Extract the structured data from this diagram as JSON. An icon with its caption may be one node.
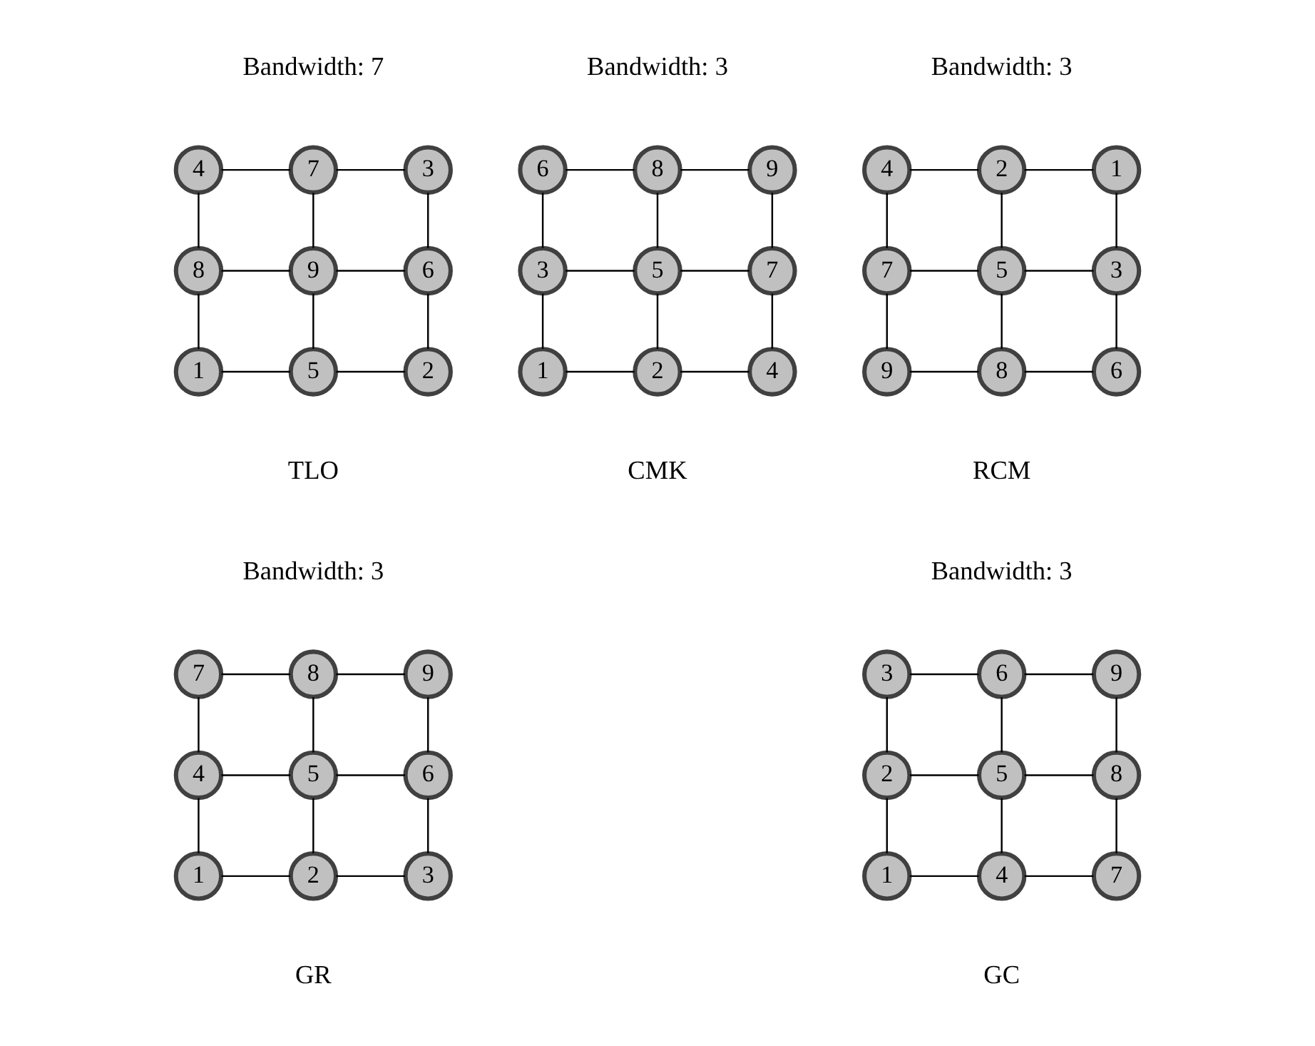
{
  "diagram": {
    "nodes": [
      {
        "text": [
          "4"
        ]
      },
      {
        "text": [
          "7"
        ]
      },
      {
        "text": [
          "3"
        ]
      },
      {
        "text": [
          "8"
        ]
      },
      {
        "text": [
          "9"
        ]
      },
      {
        "text": [
          "6"
        ]
      },
      {
        "text": [
          "1"
        ]
      },
      {
        "text": [
          "5"
        ]
      },
      {
        "text": [
          "2"
        ]
      },
      {
        "text": [
          "6"
        ]
      },
      {
        "text": [
          "8"
        ]
      },
      {
        "text": [
          "9"
        ]
      },
      {
        "text": [
          "3"
        ]
      },
      {
        "text": [
          "5"
        ]
      },
      {
        "text": [
          "7"
        ]
      },
      {
        "text": [
          "1"
        ]
      },
      {
        "text": [
          "2"
        ]
      },
      {
        "text": [
          "4"
        ]
      },
      {
        "text": [
          "4"
        ]
      },
      {
        "text": [
          "2"
        ]
      },
      {
        "text": [
          "1"
        ]
      },
      {
        "text": [
          "7"
        ]
      },
      {
        "text": [
          "5"
        ]
      },
      {
        "text": [
          "3"
        ]
      },
      {
        "text": [
          "9"
        ]
      },
      {
        "text": [
          "8"
        ]
      },
      {
        "text": [
          "6"
        ]
      },
      {
        "text": [
          "7"
        ]
      },
      {
        "text": [
          "8"
        ]
      },
      {
        "text": [
          "9"
        ]
      },
      {
        "text": [
          "4"
        ]
      },
      {
        "text": [
          "5"
        ]
      },
      {
        "text": [
          "6"
        ]
      },
      {
        "text": [
          "1"
        ]
      },
      {
        "text": [
          "2"
        ]
      },
      {
        "text": [
          "3"
        ]
      },
      {
        "text": [
          "3"
        ]
      },
      {
        "text": [
          "6"
        ]
      },
      {
        "text": [
          "9"
        ]
      },
      {
        "text": [
          "2"
        ]
      },
      {
        "text": [
          "5"
        ]
      },
      {
        "text": [
          "8"
        ]
      },
      {
        "text": [
          "1"
        ]
      },
      {
        "text": [
          "4"
        ]
      },
      {
        "text": [
          "7"
        ]
      }
    ],
    "edges": [
      {
        "from": 0,
        "to": 1,
        "arrow": "none"
      },
      {
        "from": 1,
        "to": 2,
        "arrow": "none"
      },
      {
        "from": 3,
        "to": 4,
        "arrow": "none"
      },
      {
        "from": 4,
        "to": 5,
        "arrow": "none"
      },
      {
        "from": 6,
        "to": 7,
        "arrow": "none"
      },
      {
        "from": 7,
        "to": 8,
        "arrow": "none"
      },
      {
        "from": 0,
        "to": 3,
        "arrow": "none"
      },
      {
        "from": 1,
        "to": 4,
        "arrow": "none"
      },
      {
        "from": 2,
        "to": 5,
        "arrow": "none"
      },
      {
        "from": 3,
        "to": 6,
        "arrow": "none"
      },
      {
        "from": 4,
        "to": 7,
        "arrow": "none"
      },
      {
        "from": 5,
        "to": 8,
        "arrow": "none"
      },
      {
        "from": 9,
        "to": 10,
        "arrow": "none"
      },
      {
        "from": 10,
        "to": 11,
        "arrow": "none"
      },
      {
        "from": 12,
        "to": 13,
        "arrow": "none"
      },
      {
        "from": 13,
        "to": 14,
        "arrow": "none"
      },
      {
        "from": 15,
        "to": 16,
        "arrow": "none"
      },
      {
        "from": 16,
        "to": 17,
        "arrow": "none"
      },
      {
        "from": 9,
        "to": 12,
        "arrow": "none"
      },
      {
        "from": 10,
        "to": 13,
        "arrow": "none"
      },
      {
        "from": 11,
        "to": 14,
        "arrow": "none"
      },
      {
        "from": 12,
        "to": 15,
        "arrow": "none"
      },
      {
        "from": 13,
        "to": 16,
        "arrow": "none"
      },
      {
        "from": 14,
        "to": 17,
        "arrow": "none"
      },
      {
        "from": 18,
        "to": 19,
        "arrow": "none"
      },
      {
        "from": 19,
        "to": 20,
        "arrow": "none"
      },
      {
        "from": 21,
        "to": 22,
        "arrow": "none"
      },
      {
        "from": 22,
        "to": 23,
        "arrow": "none"
      },
      {
        "from": 24,
        "to": 25,
        "arrow": "none"
      },
      {
        "from": 25,
        "to": 26,
        "arrow": "none"
      },
      {
        "from": 18,
        "to": 21,
        "arrow": "none"
      },
      {
        "from": 19,
        "to": 22,
        "arrow": "none"
      },
      {
        "from": 20,
        "to": 23,
        "arrow": "none"
      },
      {
        "from": 21,
        "to": 24,
        "arrow": "none"
      },
      {
        "from": 22,
        "to": 25,
        "arrow": "none"
      },
      {
        "from": 23,
        "to": 26,
        "arrow": "none"
      },
      {
        "from": 27,
        "to": 28,
        "arrow": "none"
      },
      {
        "from": 28,
        "to": 29,
        "arrow": "none"
      },
      {
        "from": 30,
        "to": 31,
        "arrow": "none"
      },
      {
        "from": 31,
        "to": 32,
        "arrow": "none"
      },
      {
        "from": 33,
        "to": 34,
        "arrow": "none"
      },
      {
        "from": 34,
        "to": 35,
        "arrow": "none"
      },
      {
        "from": 27,
        "to": 30,
        "arrow": "none"
      },
      {
        "from": 28,
        "to": 31,
        "arrow": "none"
      },
      {
        "from": 29,
        "to": 32,
        "arrow": "none"
      },
      {
        "from": 30,
        "to": 33,
        "arrow": "none"
      },
      {
        "from": 31,
        "to": 34,
        "arrow": "none"
      },
      {
        "from": 32,
        "to": 35,
        "arrow": "none"
      },
      {
        "from": 36,
        "to": 37,
        "arrow": "none"
      },
      {
        "from": 37,
        "to": 38,
        "arrow": "none"
      },
      {
        "from": 39,
        "to": 40,
        "arrow": "none"
      },
      {
        "from": 40,
        "to": 41,
        "arrow": "none"
      },
      {
        "from": 42,
        "to": 43,
        "arrow": "none"
      },
      {
        "from": 43,
        "to": 44,
        "arrow": "none"
      },
      {
        "from": 36,
        "to": 39,
        "arrow": "none"
      },
      {
        "from": 37,
        "to": 40,
        "arrow": "none"
      },
      {
        "from": 38,
        "to": 41,
        "arrow": "none"
      },
      {
        "from": 39,
        "to": 42,
        "arrow": "none"
      },
      {
        "from": 40,
        "to": 43,
        "arrow": "none"
      },
      {
        "from": 41,
        "to": 44,
        "arrow": "none"
      }
    ],
    "labels": [
      "Bandwidth: 7",
      "Bandwidth: 3",
      "Bandwidth: 3",
      "TLO",
      "CMK",
      "RCM",
      "Bandwidth: 3",
      "Bandwidth: 3",
      "GR",
      "GC"
    ]
  }
}
